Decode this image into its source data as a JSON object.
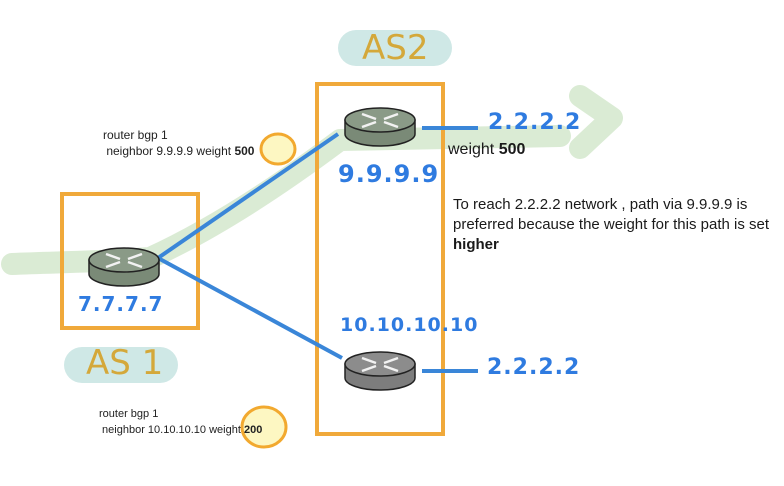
{
  "as_labels": {
    "as1": "AS 1",
    "as2": "AS2"
  },
  "routers": [
    {
      "id": "r1",
      "ip": "7.7.7.7",
      "as": "AS 1"
    },
    {
      "id": "r2",
      "ip": "9.9.9.9",
      "as": "AS2"
    },
    {
      "id": "r3",
      "ip": "10.10.10.10",
      "as": "AS2"
    }
  ],
  "networks": [
    {
      "via": "9.9.9.9",
      "ip": "2.2.2.2"
    },
    {
      "via": "10.10.10.10",
      "ip": "2.2.2.2"
    }
  ],
  "config_top": {
    "line1": "router bgp 1",
    "line2_prefix": " neighbor 9.9.9.9 weight ",
    "weight": "500"
  },
  "config_bottom": {
    "line1": "router bgp 1",
    "line2_prefix": " neighbor 10.10.10.10 weight ",
    "weight": "200"
  },
  "weight_label": {
    "prefix": "weight ",
    "value": "500"
  },
  "note": {
    "text": "To reach 2.2.2.2 network , path via 9.9.9.9 is preferred because the weight for this path is set ",
    "bold": "higher"
  },
  "colors": {
    "box": "#f0a93a",
    "link": "#3a86d8",
    "path_highlight": "#d6e9cf",
    "as_bubble": "#cfe8e6",
    "as_text": "#d4a83a",
    "ip_text": "#2f7be0",
    "weight_circle": "#f2a92f",
    "weight_fill": "#fdf7c2"
  }
}
